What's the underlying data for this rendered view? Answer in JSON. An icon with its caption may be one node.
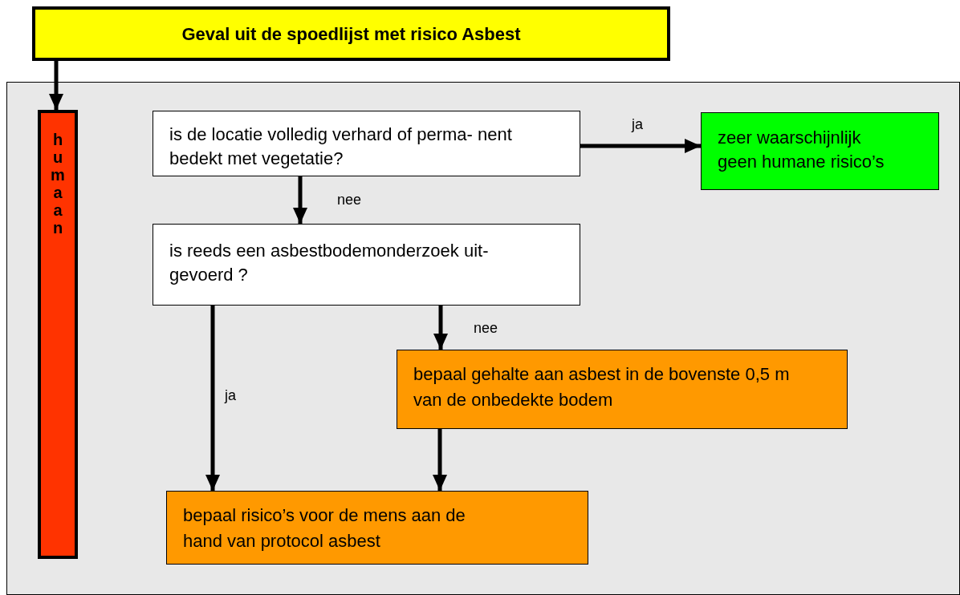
{
  "diagram": {
    "nodes": [
      {
        "text": [
          "Geval uit de spoedlijst met risico Asbest"
        ]
      },
      {
        "text": [],
        "shape": "box"
      },
      {
        "text": [
          "humaan"
        ],
        "in": 1
      },
      {
        "text": [
          "is de locatie volledig verhard of perma- nent bedekt met vegetatie?"
        ],
        "in": 1
      },
      {
        "text": [
          "zeer waarschijnlijk geen humane risico’s"
        ],
        "in": 1
      },
      {
        "text": [
          "is reeds een asbestbodemonderzoek uit- gevoerd ?"
        ],
        "in": 1
      },
      {
        "text": [
          "bepaal gehalte aan asbest in de bovenste 0,5 m van de onbedekte bodem"
        ],
        "in": 1
      },
      {
        "text": [
          "bepaal risico’s voor de mens aan de hand van protocol asbest"
        ],
        "in": 1
      }
    ],
    "edges": [
      {
        "from": 0,
        "to": 2,
        "arrow": "to"
      },
      {
        "from": 3,
        "to": 4,
        "arrow": "to",
        "label": "ja"
      },
      {
        "from": 3,
        "to": 5,
        "arrow": "to",
        "label": "nee"
      },
      {
        "from": 5,
        "to": 7,
        "arrow": "to",
        "label": "ja"
      },
      {
        "from": 5,
        "to": 6,
        "arrow": "to",
        "label": "nee"
      },
      {
        "from": 6,
        "to": 7,
        "arrow": "to"
      }
    ]
  }
}
